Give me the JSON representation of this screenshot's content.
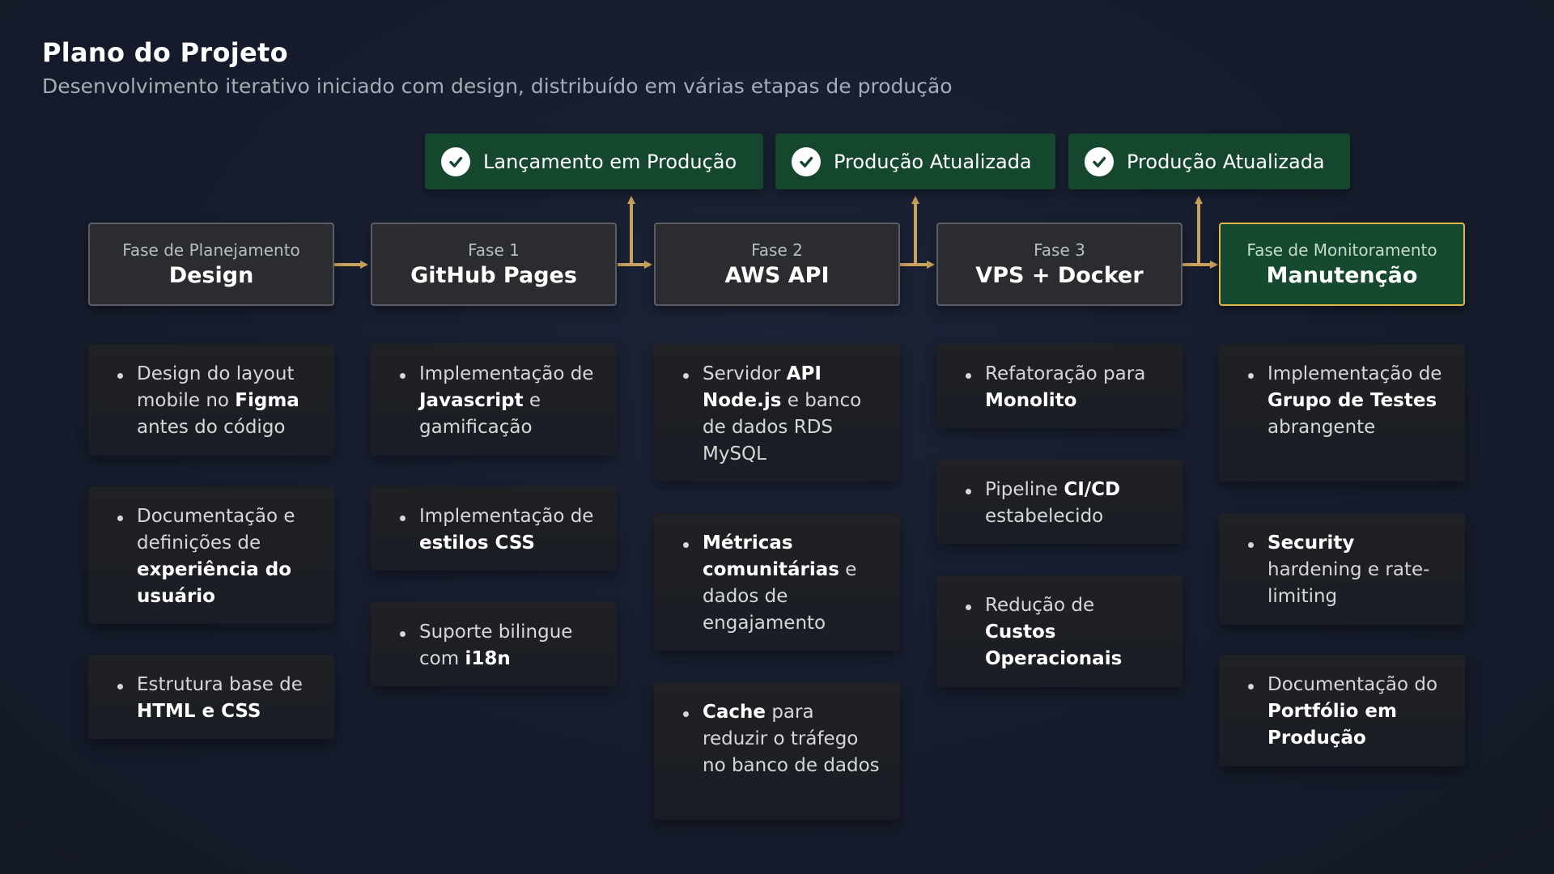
{
  "header": {
    "title": "Plano do Projeto",
    "subtitle": "Desenvolvimento iterativo iniciado com design, distribuído em várias etapas de produção"
  },
  "releases": [
    {
      "label": "Lançamento em Produção",
      "icon": "check-circle-icon"
    },
    {
      "label": "Produção Atualizada",
      "icon": "check-circle-icon"
    },
    {
      "label": "Produção Atualizada",
      "icon": "check-circle-icon"
    }
  ],
  "phases": [
    {
      "kicker": "Fase de Planejamento",
      "name": "Design"
    },
    {
      "kicker": "Fase 1",
      "name": "GitHub Pages"
    },
    {
      "kicker": "Fase 2",
      "name": "AWS API"
    },
    {
      "kicker": "Fase 3",
      "name": "VPS + Docker"
    },
    {
      "kicker": "Fase de Monitoramento",
      "name": "Manutenção"
    }
  ],
  "cards": {
    "design": [
      {
        "p1": "Design do layout mobile no ",
        "b1": "Figma",
        "p2": " antes do código"
      },
      {
        "p1": "Documentação e definições de ",
        "b1": "experiência do usuário",
        "p2": ""
      },
      {
        "p1": "Estrutura base de ",
        "b1": "HTML e CSS",
        "p2": ""
      }
    ],
    "github": [
      {
        "p1": "Implementação de ",
        "b1": "Javascript",
        "p2": " e gamificação"
      },
      {
        "p1": "Implementação de ",
        "b1": "estilos CSS",
        "p2": ""
      },
      {
        "p1": "Suporte bilingue com ",
        "b1": "i18n",
        "p2": ""
      }
    ],
    "aws": [
      {
        "p1": "Servidor ",
        "b1": "API Node.js",
        "p2": " e banco de dados RDS MySQL"
      },
      {
        "p1": "",
        "b1": "Métricas comunitárias",
        "p2": " e dados de engajamento"
      },
      {
        "p1": "",
        "b1": "Cache",
        "p2": " para reduzir o tráfego no banco de dados"
      }
    ],
    "vps": [
      {
        "p1": "Refatoração para ",
        "b1": "Monolito",
        "p2": ""
      },
      {
        "p1": "Pipeline ",
        "b1": "CI/CD",
        "p2": " estabelecido"
      },
      {
        "p1": "Redução de ",
        "b1": "Custos Operacionais",
        "p2": ""
      }
    ],
    "manutencao": [
      {
        "p1": "Implementação de ",
        "b1": "Grupo de Testes",
        "p2": " abrangente"
      },
      {
        "p1": "",
        "b1": "Security",
        "p2": " hardening e rate-limiting"
      },
      {
        "p1": "Documentação do ",
        "b1": "Portfólio em Produção",
        "p2": ""
      }
    ]
  },
  "colors": {
    "background": "#161c2c",
    "arrow": "#c9a35c",
    "release_bg": "#14472e",
    "phase_bg": "#2b2c30",
    "final_phase_border": "#e0b64a"
  }
}
